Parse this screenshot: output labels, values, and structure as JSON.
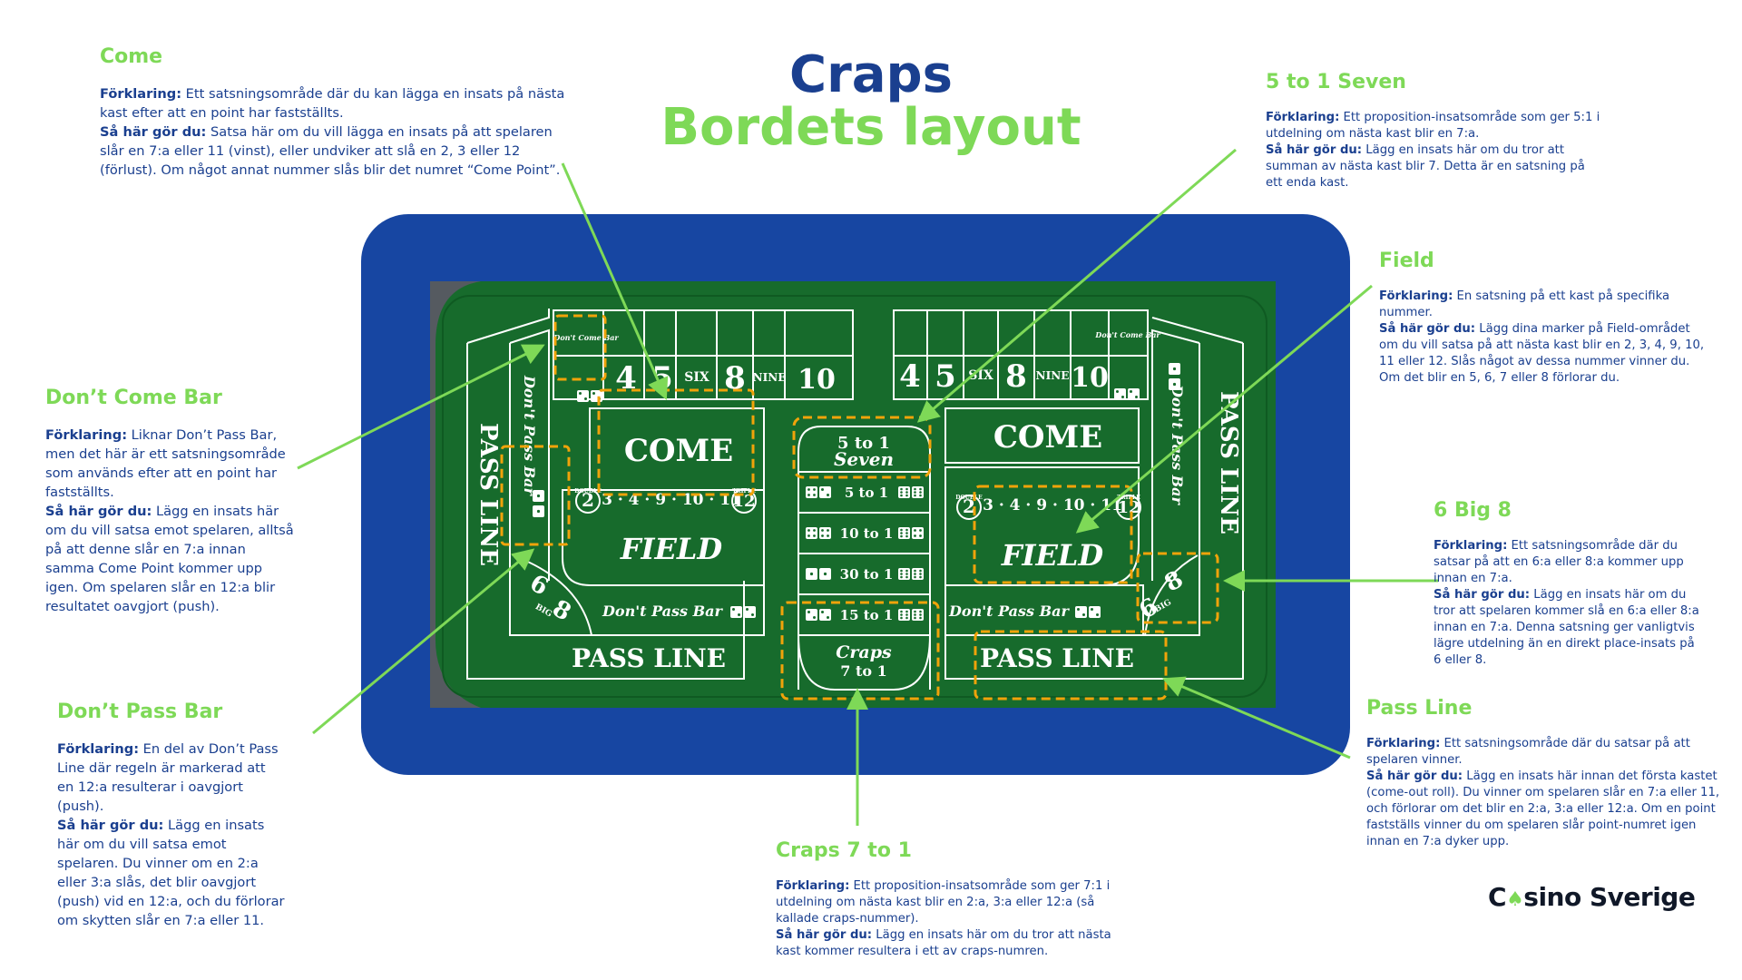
{
  "title": {
    "line1": "Craps",
    "line2": "Bordets layout"
  },
  "brand": {
    "a": "C",
    "b": "sino Sverige",
    "symbol": "♠"
  },
  "table": {
    "numbers": [
      "4",
      "5",
      "SIX",
      "8",
      "NINE",
      "10"
    ],
    "come": "COME",
    "field": "FIELD",
    "field_nums": "3 · 4 · 9 · 10 · 11",
    "double": "DOUBLE",
    "triple": "TRIPLE",
    "two": "2",
    "twelve": "12",
    "pass_line": "PASS LINE",
    "dont_pass_bar": "Don't Pass Bar",
    "dont_come_bar": "Don't Come Bar",
    "big_six": "6",
    "big_eight": "8",
    "big": "BIG",
    "five_to_one": "5 to 1",
    "seven": "Seven",
    "prop_odds": [
      "5 to 1",
      "10 to 1",
      "30 to 1",
      "15 to 1"
    ],
    "craps": "Craps",
    "seven_to_one": "7 to 1"
  },
  "annotations": {
    "come": {
      "title": "Come",
      "label1": "Förklaring:",
      "text1": " Ett satsningsområde där du kan lägga en insats på nästa kast efter att en point har fastställts.",
      "label2": "Så här gör du:",
      "text2": " Satsa här om du vill lägga en insats på att spelaren slår en 7:a eller 11 (vinst), eller undviker att slå en 2, 3 eller 12 (förlust). Om något annat nummer slås blir det numret “Come Point”."
    },
    "dont_come_bar": {
      "title": "Don’t Come Bar",
      "label1": "Förklaring:",
      "text1": " Liknar Don’t Pass Bar, men det här är ett satsningsområde som används efter att en point har fastställts.",
      "label2": "Så här gör du:",
      "text2": " Lägg en insats här om du vill satsa emot spelaren, alltså på att denne slår en 7:a innan samma Come Point kommer upp igen. Om spelaren slår en 12:a blir resultatet oavgjort (push)."
    },
    "dont_pass_bar": {
      "title": "Don’t Pass Bar",
      "label1": "Förklaring:",
      "text1": " En del av Don’t Pass Line där regeln är markerad att en 12:a resulterar i oavgjort (push).",
      "label2": "Så här gör du:",
      "text2": " Lägg en insats här om du vill satsa emot spelaren. Du vinner om en 2:a eller 3:a slås, det blir oavgjort (push) vid en 12:a, och du förlorar om skytten slår en 7:a eller 11."
    },
    "craps_7_to_1": {
      "title": "Craps 7 to 1",
      "label1": "Förklaring:",
      "text1": " Ett proposition-insatsområde som ger 7:1 i utdelning om nästa kast blir en 2:a, 3:a eller 12:a (så kallade craps-nummer).",
      "label2": "Så här gör du:",
      "text2": " Lägg en insats här om du tror att nästa kast kommer resultera i ett av craps-numren."
    },
    "five_to_one_seven": {
      "title": "5 to 1 Seven",
      "label1": "Förklaring:",
      "text1": " Ett proposition-insatsområde som ger 5:1 i utdelning om nästa kast blir en 7:a.",
      "label2": "Så här gör du:",
      "text2": " Lägg en insats här om du tror att summan av nästa kast blir 7. Detta är en satsning på ett enda kast."
    },
    "field": {
      "title": "Field",
      "label1": "Förklaring:",
      "text1": " En satsning på ett kast på specifika nummer.",
      "label2": "Så här gör du:",
      "text2": " Lägg dina marker på Field-området om du vill satsa på att nästa kast blir en 2, 3, 4, 9, 10, 11 eller 12. Slås något av dessa nummer vinner du. Om det blir en 5, 6, 7 eller 8 förlorar du."
    },
    "six_big_eight": {
      "title": "6 Big 8",
      "label1": "Förklaring:",
      "text1": " Ett satsningsområde där du satsar på att en 6:a eller 8:a kommer upp innan en 7:a.",
      "label2": "Så här gör du:",
      "text2": " Lägg en insats här om du tror att spelaren kommer slå en 6:a eller 8:a innan en 7:a. Denna satsning ger vanligtvis lägre utdelning än en direkt place-insats på 6 eller 8."
    },
    "pass_line": {
      "title": "Pass Line",
      "label1": "Förklaring:",
      "text1": " Ett satsningsområde där du satsar på att spelaren vinner.",
      "label2": "Så här gör du:",
      "text2": " Lägg en insats här innan det första kastet (come-out roll). Du vinner om spelaren slår en 7:a eller 11, och förlorar om det blir en 2:a, 3:a eller 12:a. Om en point fastställs vinner du om spelaren slår point-numret igen innan en 7:a dyker upp."
    }
  },
  "colors": {
    "felt": "#176b2c",
    "rail": "#1746a2",
    "highlight": "#f0a30a",
    "accent": "#7ed957",
    "navy": "#1a3f8f"
  }
}
